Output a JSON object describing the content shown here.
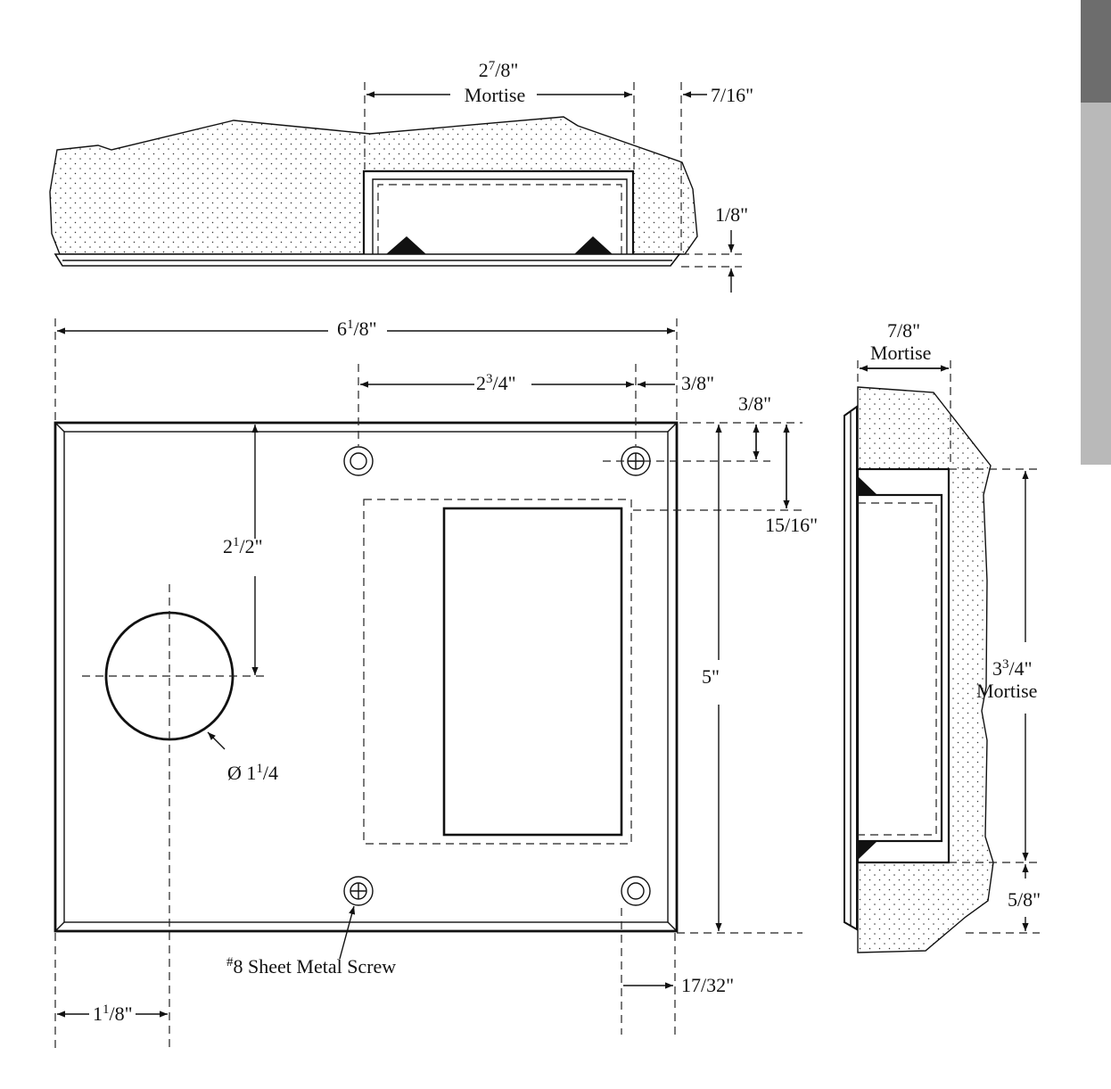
{
  "labels": {
    "top_mortise_width": "2",
    "top_mortise_width_sup": "7",
    "top_mortise_width_frac": "/8\"",
    "top_mortise_word": "Mortise",
    "top_edge_offset": "7/16\"",
    "plate_thickness": "1/8\"",
    "overall_width_whole": "6",
    "overall_width_sup": "1",
    "overall_width_frac": "/8\"",
    "screw_spacing_whole": "2",
    "screw_spacing_sup": "3",
    "screw_spacing_frac": "/4\"",
    "screw_edge_offset": "3/8\"",
    "screw_top_offset": "3/8\"",
    "mortise_top_offset": "15/16\"",
    "hole_center_whole": "2",
    "hole_center_sup": "1",
    "hole_center_frac": "/2\"",
    "overall_height": "5\"",
    "hole_diameter_prefix": "Ø 1",
    "hole_diameter_sup": "1",
    "hole_diameter_frac": "/4",
    "screw_callout_sup": "#",
    "screw_callout": "8 Sheet Metal Screw",
    "hole_edge_whole": "1",
    "hole_edge_sup": "1",
    "hole_edge_frac": "/8\"",
    "right_edge_offset": "17/32\"",
    "side_mortise_depth": "7/8\"",
    "side_mortise_word": "Mortise",
    "side_mortise_height_whole": "3",
    "side_mortise_height_sup": "3",
    "side_mortise_height_frac": "/4\"",
    "side_mortise_word_2": "Mortise",
    "side_bottom_offset": "5/8\""
  },
  "colors": {
    "line": "#111111",
    "tab_dark": "#6d6d6d",
    "tab_light": "#b9b9b9"
  }
}
